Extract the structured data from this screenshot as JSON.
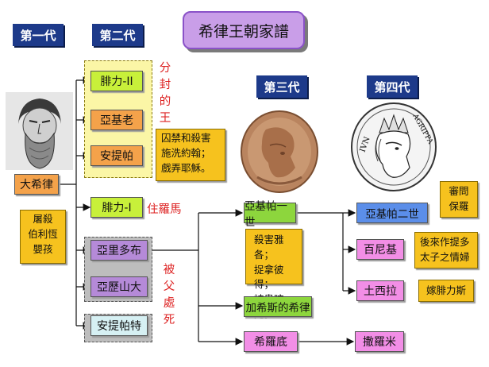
{
  "title": "希律王朝家譜",
  "generations": {
    "g1": "第一代",
    "g2": "第二代",
    "g3": "第三代",
    "g4": "第四代"
  },
  "people": {
    "herod_great": "大希律",
    "philip2": "腓力-II",
    "archelaus": "亞基老",
    "antipas": "安提帕",
    "philip1": "腓力-I",
    "aristobulus": "亞里多布",
    "alexander": "亞歷山大",
    "antipater": "安提帕特",
    "agrippa1": "亞基帕一世",
    "herod_chalcis": "加希斯的希律",
    "herodias": "希羅底",
    "agrippa2": "亞基帕二世",
    "bernice": "百尼基",
    "drusilla": "土西拉",
    "salome": "撒羅米"
  },
  "notes": {
    "herod_great": [
      "屠殺",
      "伯利恆",
      "嬰孩"
    ],
    "antipas": [
      "囚禁和殺害",
      "施洗約翰；",
      "戲弄耶穌。"
    ],
    "agrippa1": [
      "殺害雅各；",
      "捉拿彼得；",
      "被蟲咬死。"
    ],
    "agrippa2": [
      "審問",
      "保羅"
    ],
    "bernice": [
      "後來作提多",
      "太子之情婦"
    ],
    "drusilla": "嫁腓力斯"
  },
  "red_labels": {
    "divided_kingdom": "分封的王",
    "lived_in_rome": "住羅馬",
    "killed_by_father": "被父處死"
  },
  "coin_inscriptions": {
    "left": "IVN",
    "right": "AGRIPPA"
  }
}
